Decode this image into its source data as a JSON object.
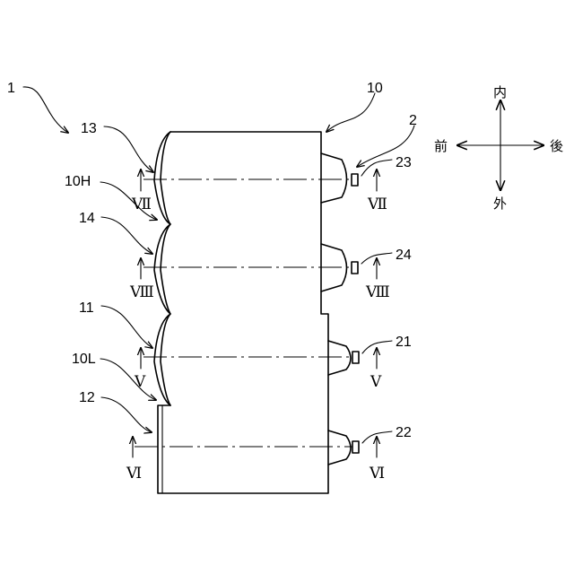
{
  "labels": {
    "device": "1",
    "body": "10",
    "unit": "2",
    "upper_side": "10H",
    "lower_side": "10L",
    "lens_13": "13",
    "lens_14": "14",
    "lens_11": "11",
    "lens_12": "12",
    "src_23": "23",
    "src_24": "24",
    "src_21": "21",
    "src_22": "22"
  },
  "sections": {
    "vii": "Ⅶ",
    "viii": "Ⅷ",
    "v": "Ⅴ",
    "vi": "Ⅵ"
  },
  "directions": {
    "inner": "内",
    "outer": "外",
    "front": "前",
    "rear": "後"
  }
}
